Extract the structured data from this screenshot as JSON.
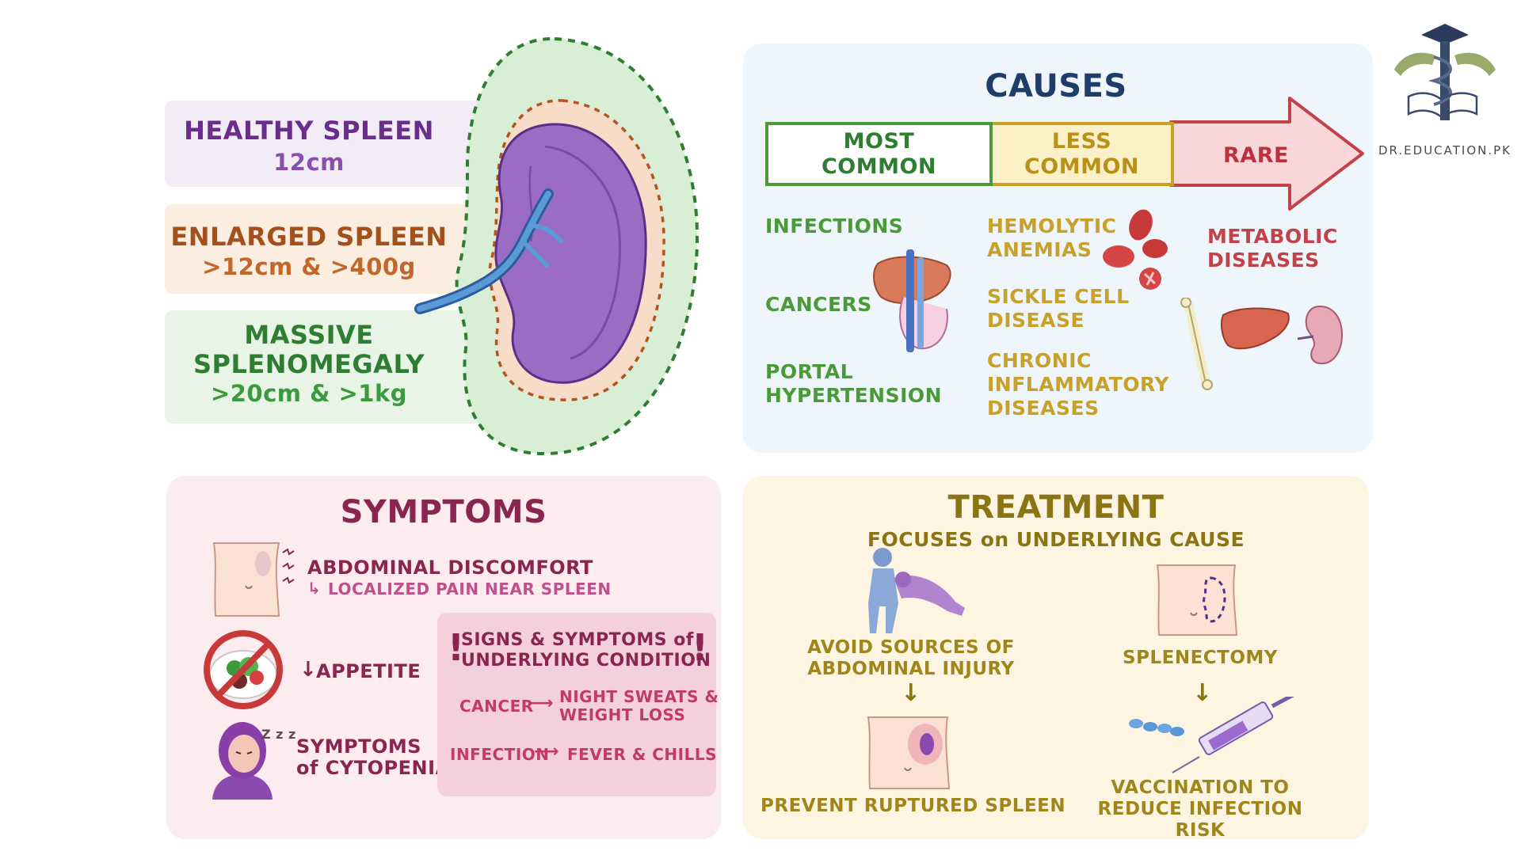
{
  "spleen": {
    "healthy": {
      "title": "HEALTHY SPLEEN",
      "size": "12cm"
    },
    "enlarged": {
      "title": "ENLARGED SPLEEN",
      "size": ">12cm & >400g"
    },
    "massive": {
      "title_line1": "MASSIVE",
      "title_line2": "SPLENOMEGALY",
      "size": ">20cm & >1kg"
    }
  },
  "causes": {
    "title": "CAUSES",
    "arrow": {
      "most": "MOST\nCOMMON",
      "less": "LESS\nCOMMON",
      "rare": "RARE"
    },
    "most_common": [
      "INFECTIONS",
      "CANCERS",
      "PORTAL\nHYPERTENSION"
    ],
    "less_common": [
      "HEMOLYTIC\nANEMIAS",
      "SICKLE CELL\nDISEASE",
      "CHRONIC\nINFLAMMATORY\nDISEASES"
    ],
    "rare": [
      "METABOLIC\nDISEASES"
    ]
  },
  "symptoms": {
    "title": "SYMPTOMS",
    "abdominal": "ABDOMINAL DISCOMFORT",
    "abdominal_sub": "LOCALIZED PAIN NEAR SPLEEN",
    "appetite": "APPETITE",
    "cytopenias_line1": "SYMPTOMS",
    "cytopenias_line2": "of CYTOPENIAS",
    "zzz": "Z z z",
    "signs": {
      "title_line1": "SIGNS & SYMPTOMS of",
      "title_line2": "UNDERLYING CONDITION",
      "cancer": "CANCER",
      "cancer_result": "NIGHT SWEATS &\nWEIGHT LOSS",
      "infection": "INFECTION",
      "infection_result": "FEVER & CHILLS"
    }
  },
  "treatment": {
    "title": "TREATMENT",
    "subtitle": "FOCUSES on UNDERLYING CAUSE",
    "avoid": "AVOID SOURCES of\nABDOMINAL INJURY",
    "prevent": "PREVENT RUPTURED SPLEEN",
    "splenectomy": "SPLENECTOMY",
    "vaccination": "VACCINATION to\nREDUCE INFECTION RISK"
  },
  "logo": {
    "text": "DR.EDUCATION.PK"
  },
  "colors": {
    "healthy": "#6b2d8c",
    "enlarged": "#a4501c",
    "massive": "#2e7d32",
    "causes_title": "#1f3d6b",
    "most": "#4a9a3a",
    "less": "#c8a12a",
    "rare": "#c2424a",
    "symptoms": "#8a2550",
    "treatment": "#8a7512"
  }
}
